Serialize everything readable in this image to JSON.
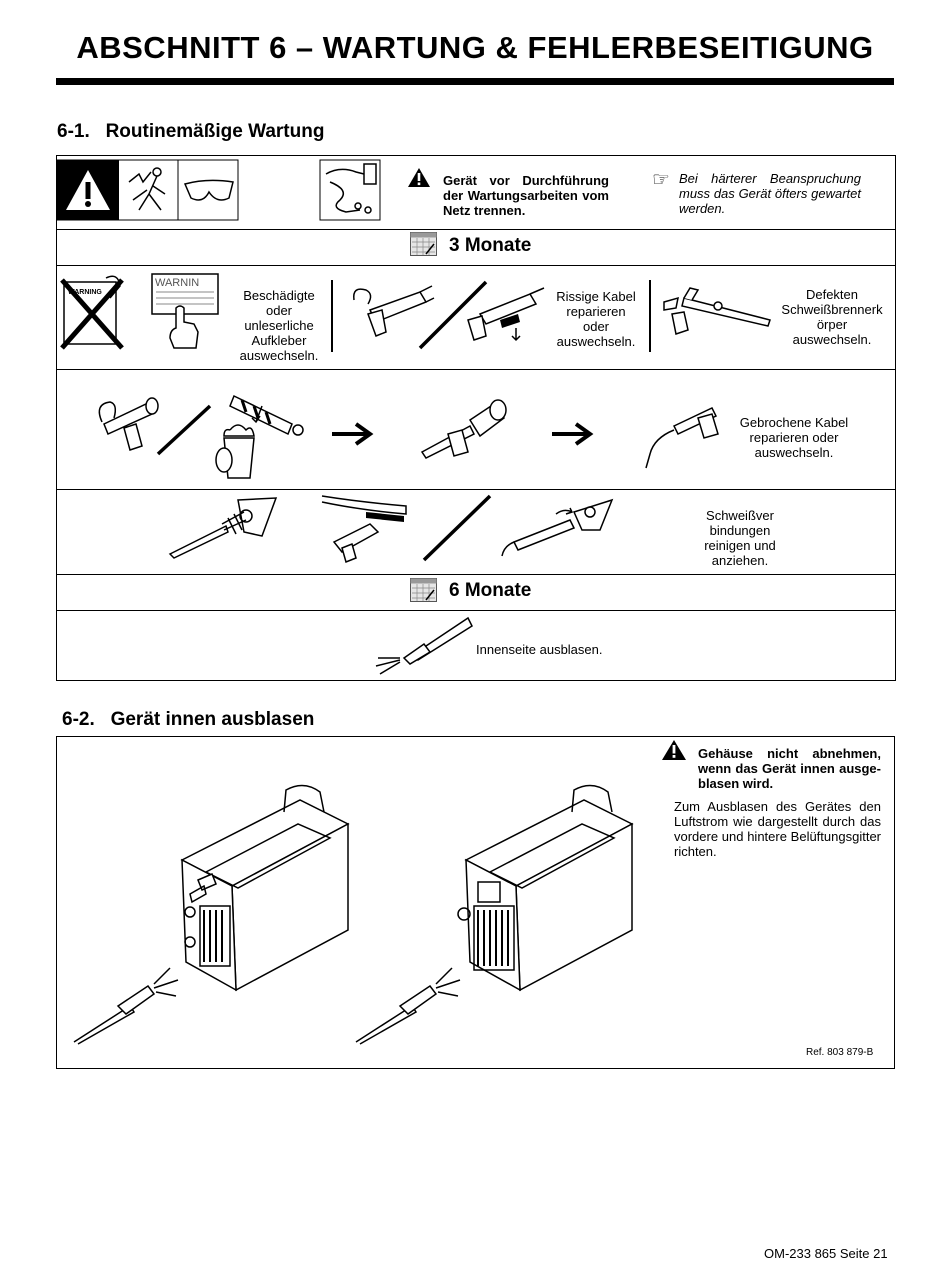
{
  "header": {
    "title": "ABSCHNITT 6 – WARTUNG & FEHLERBESEITIGUNG"
  },
  "section1": {
    "heading": "6-1.   Routinemäßige Wartung",
    "warning_text": "Gerät vor Durchführung der Wartungsarbeiten vom Netz trennen.",
    "note_text": "Bei härterer Beanspruchung muss das Gerät öfters gewartet werden.",
    "period_3": "3 Monate",
    "label_stickers": "Beschädigte oder unleserliche Aufkleber auswechseln.",
    "label_cables": "Rissige Kabel reparieren oder auswechseln.",
    "label_torch": "Defekten Schweißbrennerk örper auswechseln.",
    "label_broken_cables": "Gebrochene Kabel reparieren oder auswechseln.",
    "label_connections": "Schweißver bindungen reinigen und anziehen.",
    "period_6": "6 Monate",
    "label_blow": "Innenseite ausblasen.",
    "sticker_word": "WARNING",
    "sticker_word2": "WARNIN"
  },
  "section2": {
    "heading": "6-2.   Gerät innen ausblasen",
    "warning_text": "Gehäuse nicht abnehmen, wenn das Gerät innen ausge-blasen wird.",
    "body_text": "Zum Ausblasen des Gerätes den Luftstrom wie dargestellt durch das vordere und hintere Belüftungsgitter richten.",
    "ref": "Ref. 803 879-B"
  },
  "footer": {
    "page": "OM-233 865 Seite 21"
  }
}
